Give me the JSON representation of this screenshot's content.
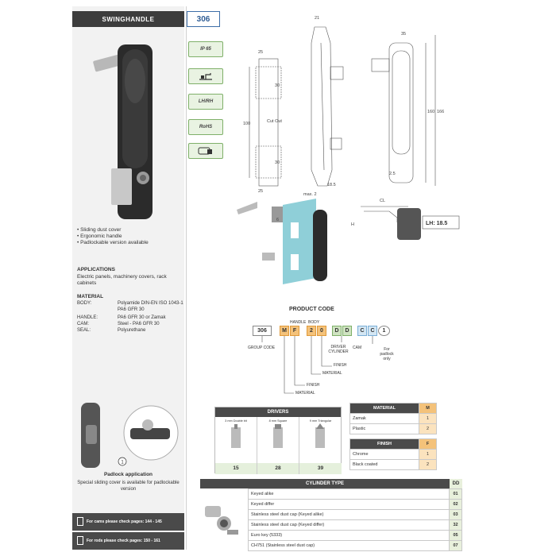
{
  "header": {
    "title": "SWINGHANDLE",
    "code": "306"
  },
  "features": [
    {
      "label": "IP 65"
    },
    {
      "label": ""
    },
    {
      "label": "LH/RH"
    },
    {
      "label": "RoHS"
    },
    {
      "label": ""
    }
  ],
  "bullets": [
    "Sliding dust cover",
    "Ergonomic handle",
    "Padlockable version available"
  ],
  "applications": {
    "title": "APPLICATIONS",
    "text": "Electric panels, machinery covers, rack cabinets"
  },
  "material": {
    "title": "MATERIAL",
    "rows": [
      {
        "key": "BODY:",
        "value": "Polyamide DIN-EN ISO 1043-1 PA6 GFR 30"
      },
      {
        "key": "HANDLE:",
        "value": "PA6 GFR 30 or Zamak"
      },
      {
        "key": "CAM:",
        "value": "Steel - PA6 GFR 30"
      },
      {
        "key": "SEAL:",
        "value": "Polyurethane"
      }
    ]
  },
  "padlock": {
    "circle": "1",
    "label": "Padlock application",
    "note": "Special sliding cover is available for padlockable version"
  },
  "footer": {
    "cams": "For cams please check pages: 144 - 145",
    "rods": "For rods please check pages: 150 - 161"
  },
  "drawing": {
    "d21": "21",
    "d35": "35",
    "d25a": "25",
    "d30a": "30",
    "d100": "100",
    "cutout": "Cut Out",
    "d30b": "30",
    "d25b": "25",
    "d160": "160",
    "d166": "166",
    "d25c": "2.5",
    "dmax": "max. 2",
    "d185": "18.5",
    "cl": "CL",
    "h": "H",
    "lh": "LH: 18.5",
    "n6": "6"
  },
  "product_code": {
    "title": "PRODUCT CODE",
    "handle_label": "HANDLE",
    "body_label": "BODY",
    "boxes": [
      "306",
      "M",
      "F",
      "2",
      "0",
      "D",
      "D",
      "C",
      "C",
      "1"
    ],
    "group_code": "GROUP CODE",
    "driver_cylinder": "DRIVER CYLINDER",
    "cam": "CAM",
    "for_padlock": "For padlock only",
    "finish1": "FINISH",
    "material1": "MATERIAL",
    "finish2": "FINISH",
    "material2": "MATERIAL"
  },
  "drivers": {
    "title": "DRIVERS",
    "items": [
      {
        "label": "3 mm Double bit",
        "code": "15"
      },
      {
        "label": "8 mm Square",
        "code": "28"
      },
      {
        "label": "9 mm Triangular",
        "code": "39"
      }
    ]
  },
  "material_table": {
    "title": "MATERIAL",
    "code_head": "M",
    "rows": [
      {
        "name": "Zamak",
        "code": "1"
      },
      {
        "name": "Plastic",
        "code": "2"
      }
    ]
  },
  "finish_table": {
    "title": "FINISH",
    "code_head": "F",
    "rows": [
      {
        "name": "Chrome",
        "code": "1"
      },
      {
        "name": "Black coated",
        "code": "2"
      }
    ]
  },
  "cylinder_table": {
    "title": "CYLINDER TYPE",
    "code_head": "DD",
    "rows": [
      {
        "name": "Keyed alike",
        "code": "01"
      },
      {
        "name": "Keyed differ",
        "code": "02"
      },
      {
        "name": "Stainless steel dust cap (Keyed alike)",
        "code": "03"
      },
      {
        "name": "Stainless steel dust cap (Keyed differ)",
        "code": "32"
      },
      {
        "name": "Euro key (5333)",
        "code": "05"
      },
      {
        "name": "CH751 (Stainless steel dust cap)",
        "code": "07"
      }
    ]
  },
  "colors": {
    "accent_blue": "#2f5d95",
    "feature_green": "#7fb069",
    "orange": "#f0b050",
    "cyan": "#8fcfd8",
    "dark": "#3d3d3d"
  }
}
